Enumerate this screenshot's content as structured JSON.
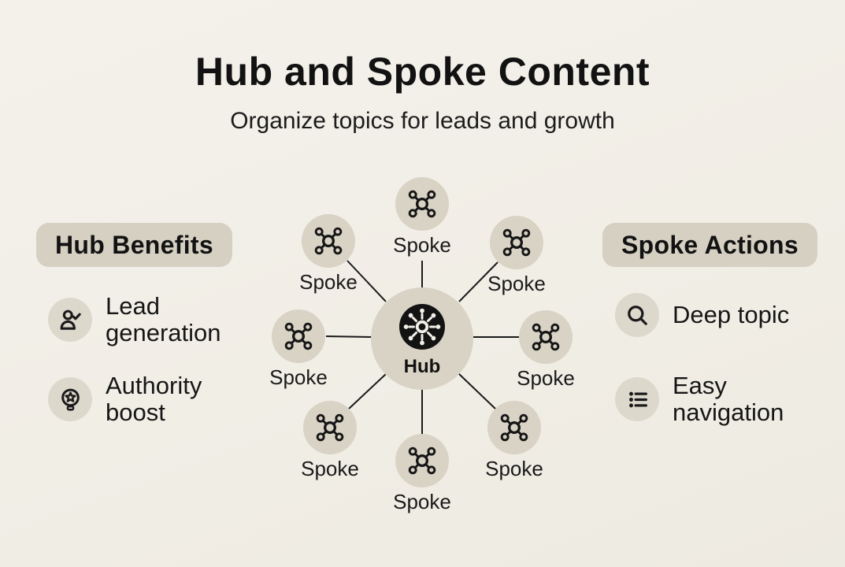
{
  "page": {
    "title": "Hub and Spoke Content",
    "subtitle": "Organize topics for leads and growth"
  },
  "hub_benefits": {
    "heading": "Hub Benefits",
    "items": [
      {
        "icon": "person-check-icon",
        "label": "Lead generation"
      },
      {
        "icon": "lightbulb-star-icon",
        "label": "Authority boost"
      }
    ]
  },
  "spoke_actions": {
    "heading": "Spoke Actions",
    "items": [
      {
        "icon": "search-icon",
        "label": "Deep topic"
      },
      {
        "icon": "list-icon",
        "label": "Easy navigation"
      }
    ]
  },
  "diagram": {
    "hub": {
      "label": "Hub",
      "icon": "hub-network-icon"
    },
    "spoke_icon": "network-node-icon",
    "spokes": [
      {
        "label": "Spoke",
        "position": "top"
      },
      {
        "label": "Spoke",
        "position": "top-left"
      },
      {
        "label": "Spoke",
        "position": "top-right"
      },
      {
        "label": "Spoke",
        "position": "left"
      },
      {
        "label": "Spoke",
        "position": "right"
      },
      {
        "label": "Spoke",
        "position": "bottom-left"
      },
      {
        "label": "Spoke",
        "position": "bottom-right"
      },
      {
        "label": "Spoke",
        "position": "bottom"
      }
    ]
  },
  "colors": {
    "background": "#f1eee7",
    "node_fill": "#d9d3c6",
    "badge_fill": "#d6d0c3",
    "panel_icon_fill": "#ddd8cc",
    "hub_center_fill": "#131313",
    "ink": "#161616"
  }
}
